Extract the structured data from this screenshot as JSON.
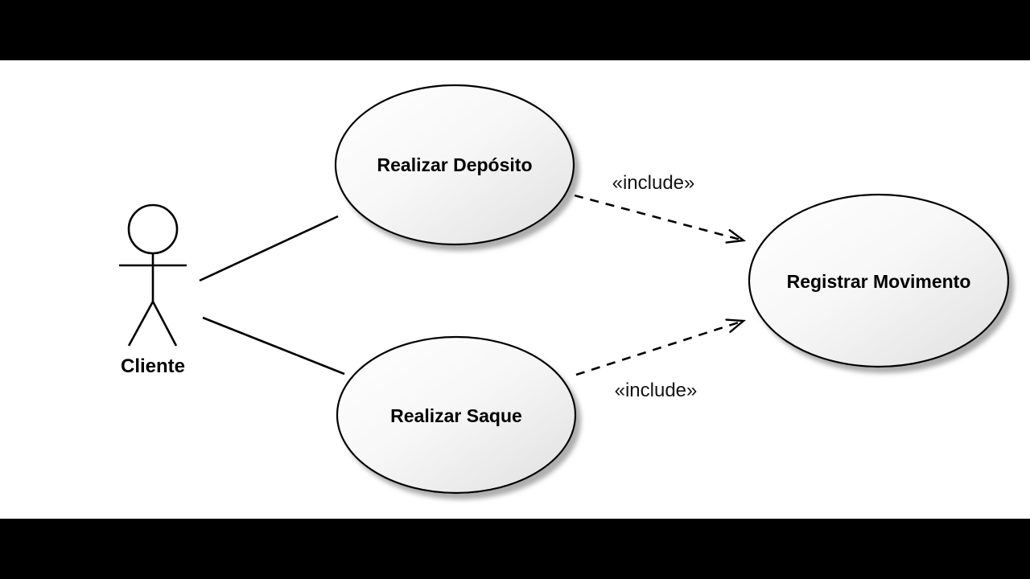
{
  "diagram": {
    "type": "uml-use-case",
    "actor": {
      "label": "Cliente"
    },
    "use_cases": [
      {
        "id": "realizar-deposito",
        "label": "Realizar Depósito"
      },
      {
        "id": "realizar-saque",
        "label": "Realizar Saque"
      },
      {
        "id": "registrar-movimento",
        "label": "Registrar Movimento"
      }
    ],
    "relations": [
      {
        "from": "cliente",
        "to": "realizar-deposito",
        "type": "association"
      },
      {
        "from": "cliente",
        "to": "realizar-saque",
        "type": "association"
      },
      {
        "from": "realizar-deposito",
        "to": "registrar-movimento",
        "type": "include",
        "label": "«include»"
      },
      {
        "from": "realizar-saque",
        "to": "registrar-movimento",
        "type": "include",
        "label": "«include»"
      }
    ],
    "include_labels": {
      "top": "«include»",
      "bottom": "«include»"
    },
    "colors": {
      "background": "#ffffff",
      "letterbox": "#000000",
      "stroke": "#000000",
      "ellipse_fill_start": "#ffffff",
      "ellipse_fill_end": "#e6e6e6",
      "shadow": "#9a9a9a"
    }
  }
}
